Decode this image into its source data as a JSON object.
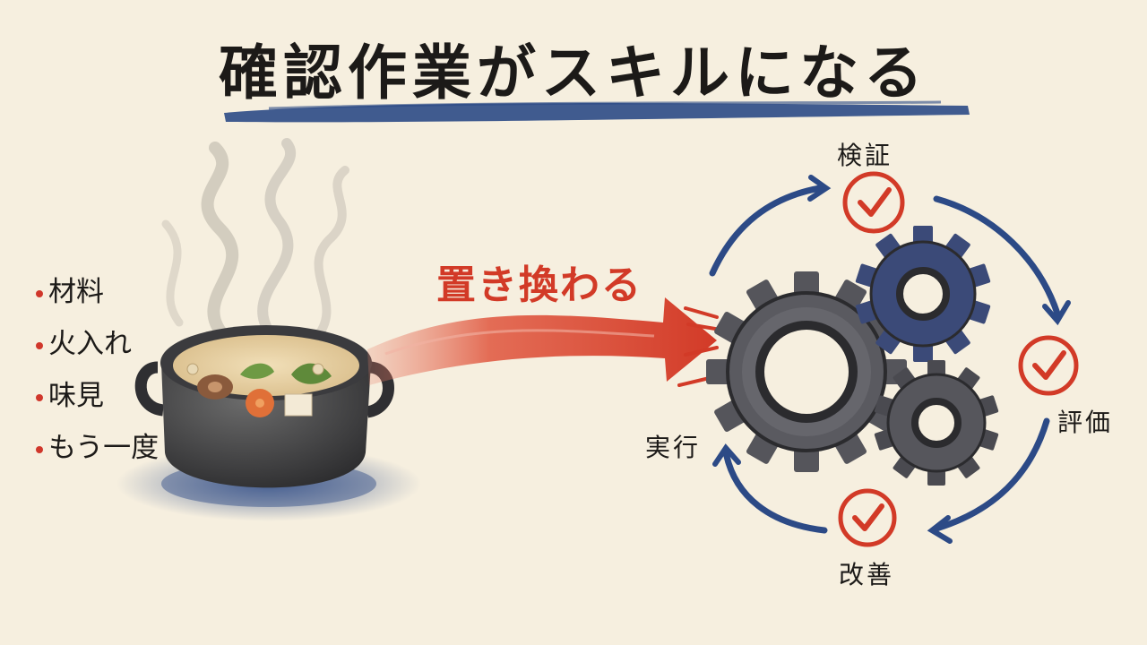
{
  "title": "確認作業がスキルになる",
  "ingredients": [
    "材料",
    "火入れ",
    "味見",
    "もう一度"
  ],
  "arrow_label": "置き換わる",
  "cycle": {
    "verify": "検証",
    "evaluate": "評価",
    "improve": "改善",
    "execute": "実行"
  },
  "colors": {
    "background": "#f6efdf",
    "ink": "#1c1a18",
    "accent_red": "#d23a27",
    "accent_blue": "#2c4a86",
    "gear_gray": "#5a5a60",
    "gear_blue": "#3b4a78"
  },
  "icons": [
    "steaming-pot-icon",
    "gear-icon",
    "check-circle-icon",
    "cycle-arrow-icon",
    "transform-arrow-icon"
  ]
}
